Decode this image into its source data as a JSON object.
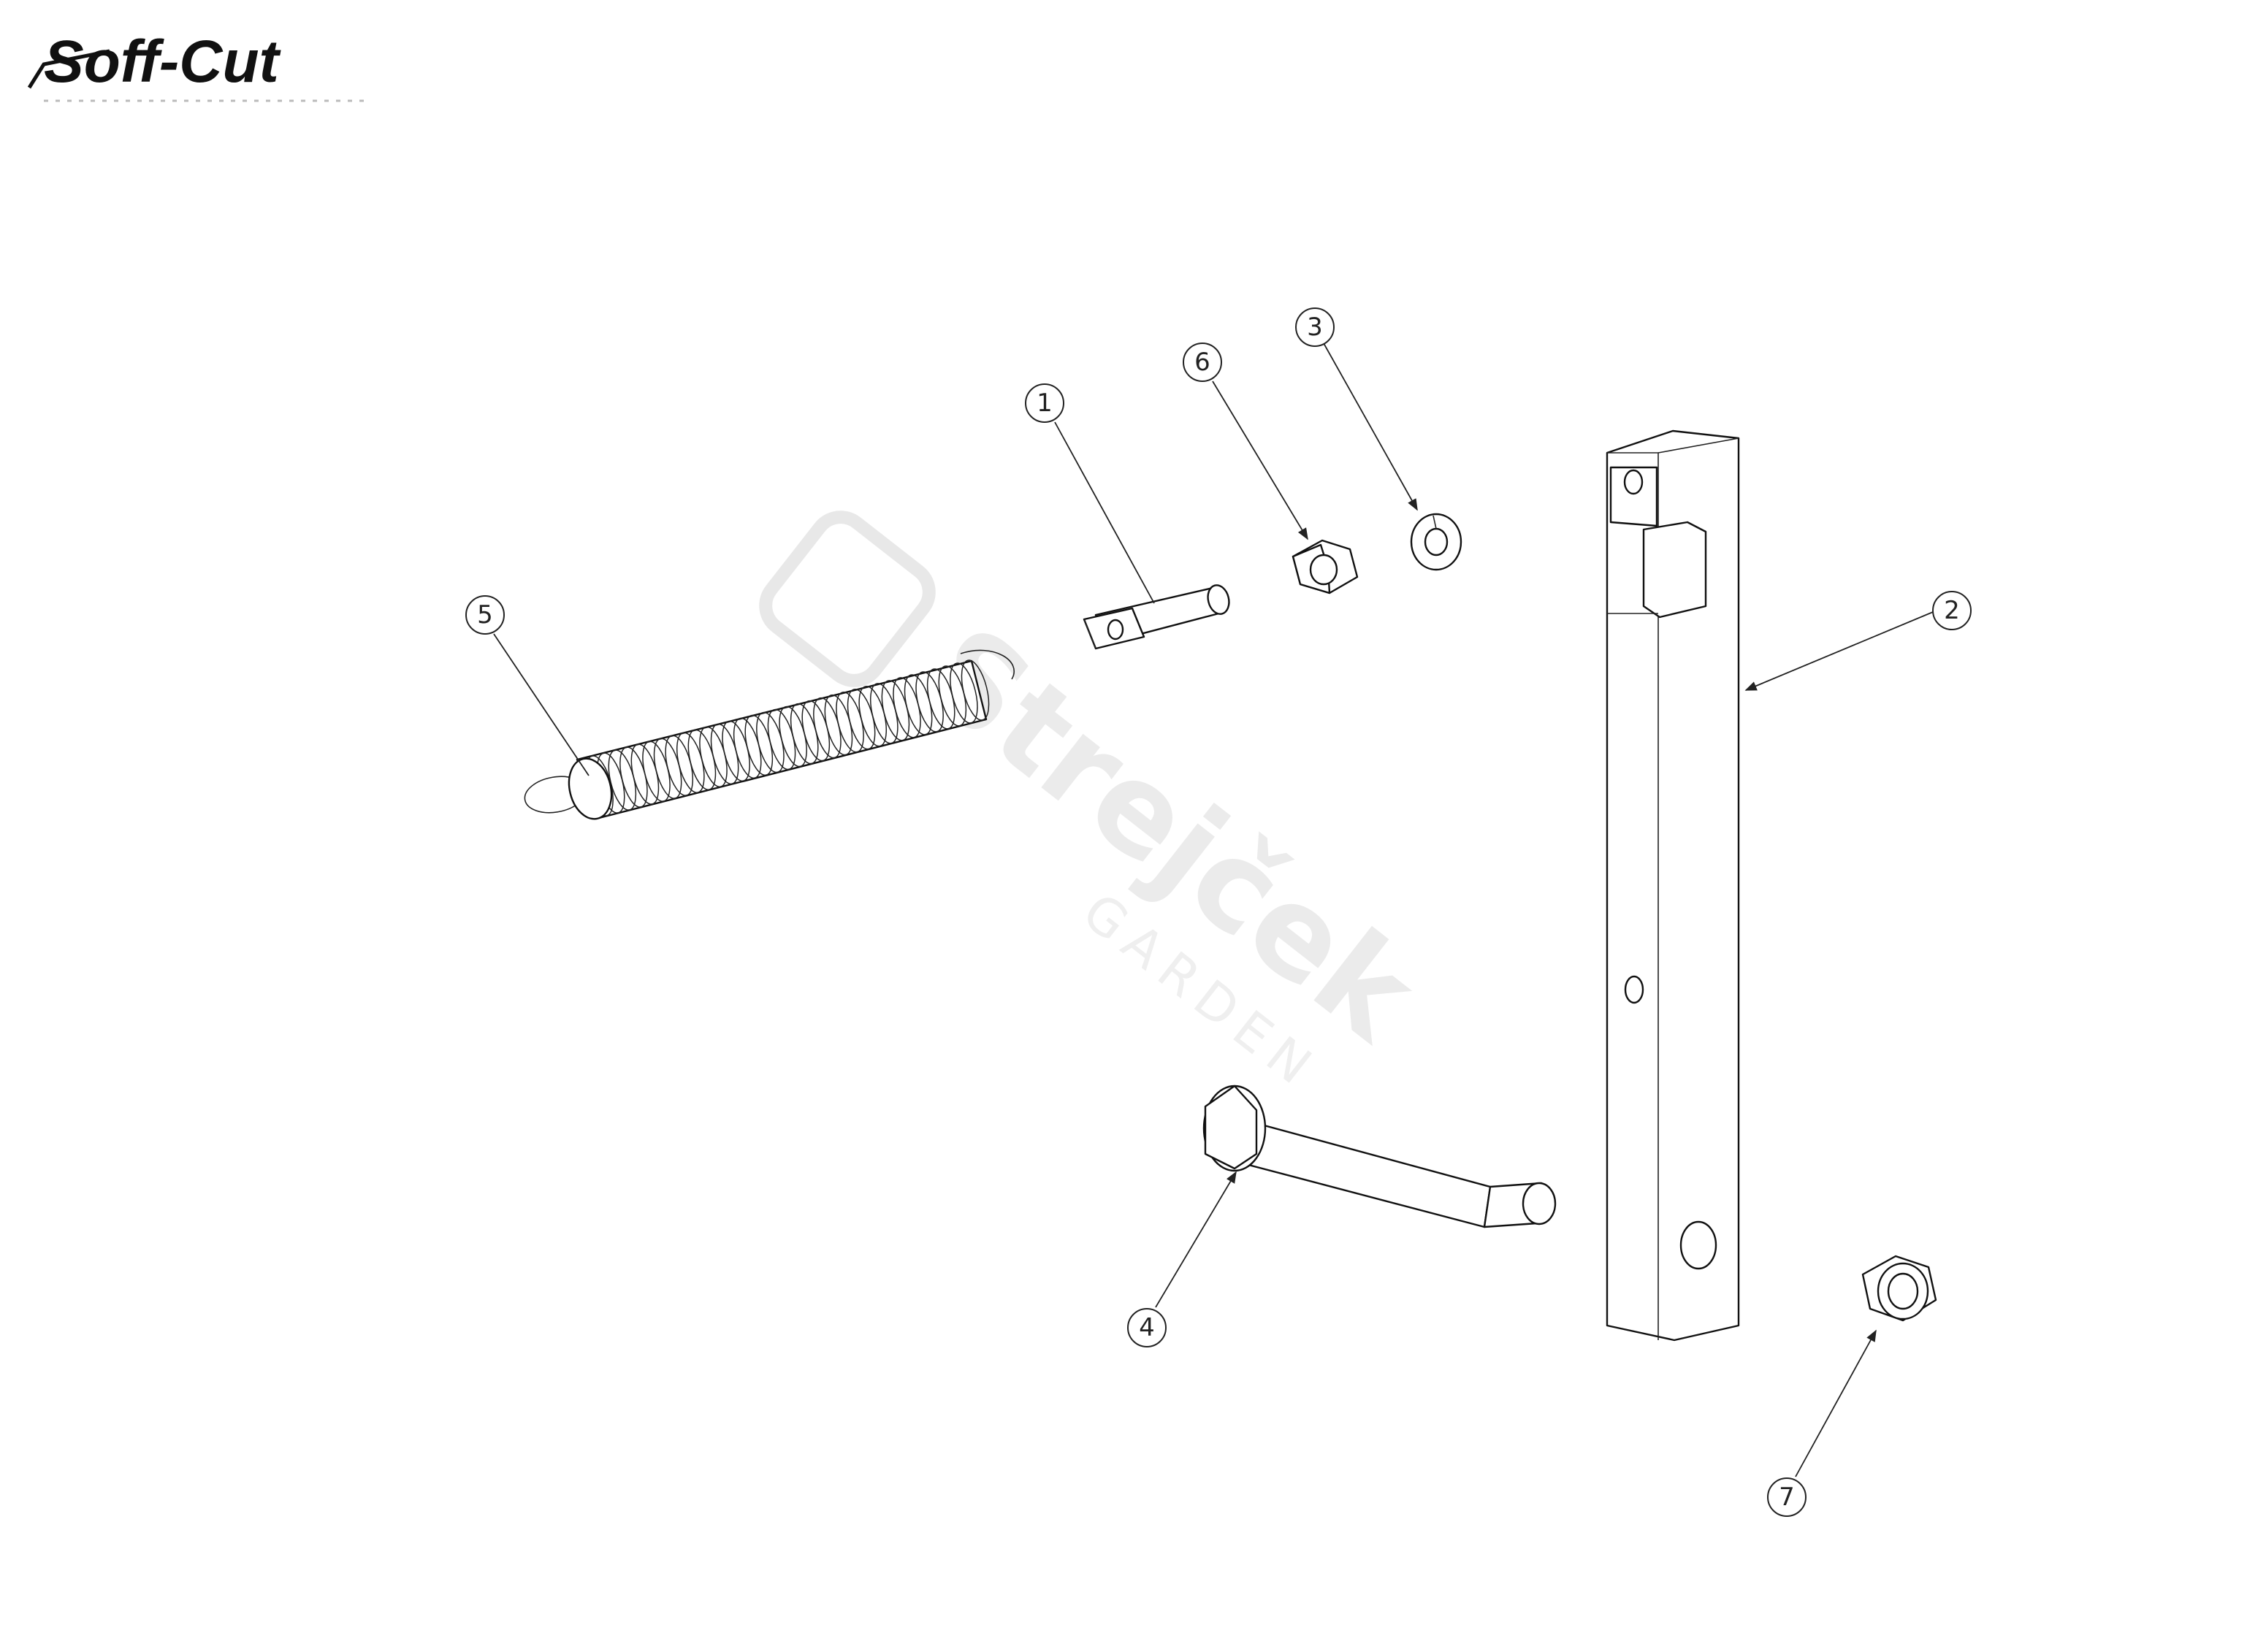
{
  "brand": {
    "name": "Soff-Cut",
    "tagline": "",
    "color": "#111111"
  },
  "watermark": {
    "name": "Strejček",
    "sub": "GARDEN",
    "color": "#d9d9d9"
  },
  "callouts": [
    {
      "id": "1",
      "part": "pin"
    },
    {
      "id": "2",
      "part": "arm"
    },
    {
      "id": "3",
      "part": "lock-washer"
    },
    {
      "id": "4",
      "part": "shoulder-bolt"
    },
    {
      "id": "5",
      "part": "spring"
    },
    {
      "id": "6",
      "part": "hex-nut"
    },
    {
      "id": "7",
      "part": "lock-nut"
    }
  ]
}
